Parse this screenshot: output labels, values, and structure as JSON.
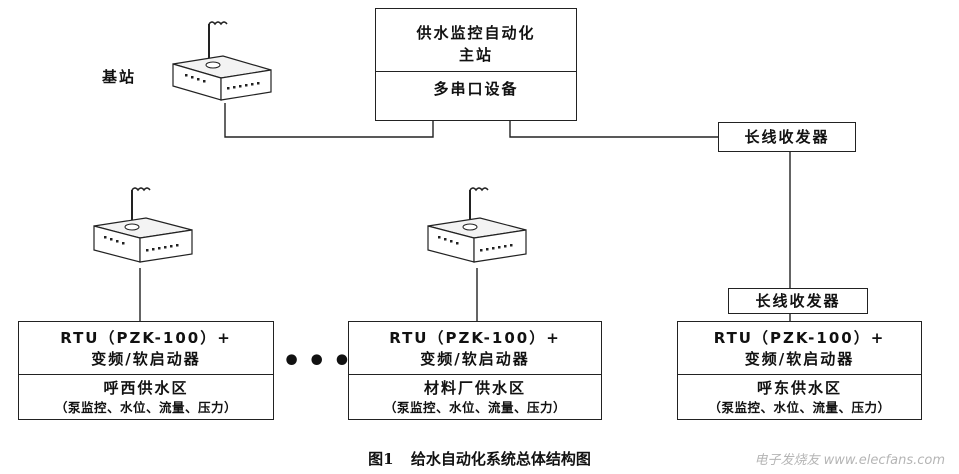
{
  "master": {
    "title_line1": "供水监控自动化",
    "title_line2": "主站",
    "device": "多串口设备"
  },
  "base_station_label": "基站",
  "transceiver_top": "长线收发器",
  "transceiver_right": "长线收发器",
  "stations": [
    {
      "rtu_line1": "RTU（PZK-100）+",
      "rtu_line2": "变频/软启动器",
      "zone": "呼西供水区",
      "params": "（泵监控、水位、流量、压力）"
    },
    {
      "rtu_line1": "RTU（PZK-100）+",
      "rtu_line2": "变频/软启动器",
      "zone": "材料厂供水区",
      "params": "（泵监控、水位、流量、压力）"
    },
    {
      "rtu_line1": "RTU（PZK-100）+",
      "rtu_line2": "变频/软启动器",
      "zone": "呼东供水区",
      "params": "（泵监控、水位、流量、压力）"
    }
  ],
  "ellipsis": "•••",
  "caption": {
    "number": "图1",
    "text": "给水自动化系统总体结构图"
  },
  "watermark": "电子发烧友 www.elecfans.com"
}
